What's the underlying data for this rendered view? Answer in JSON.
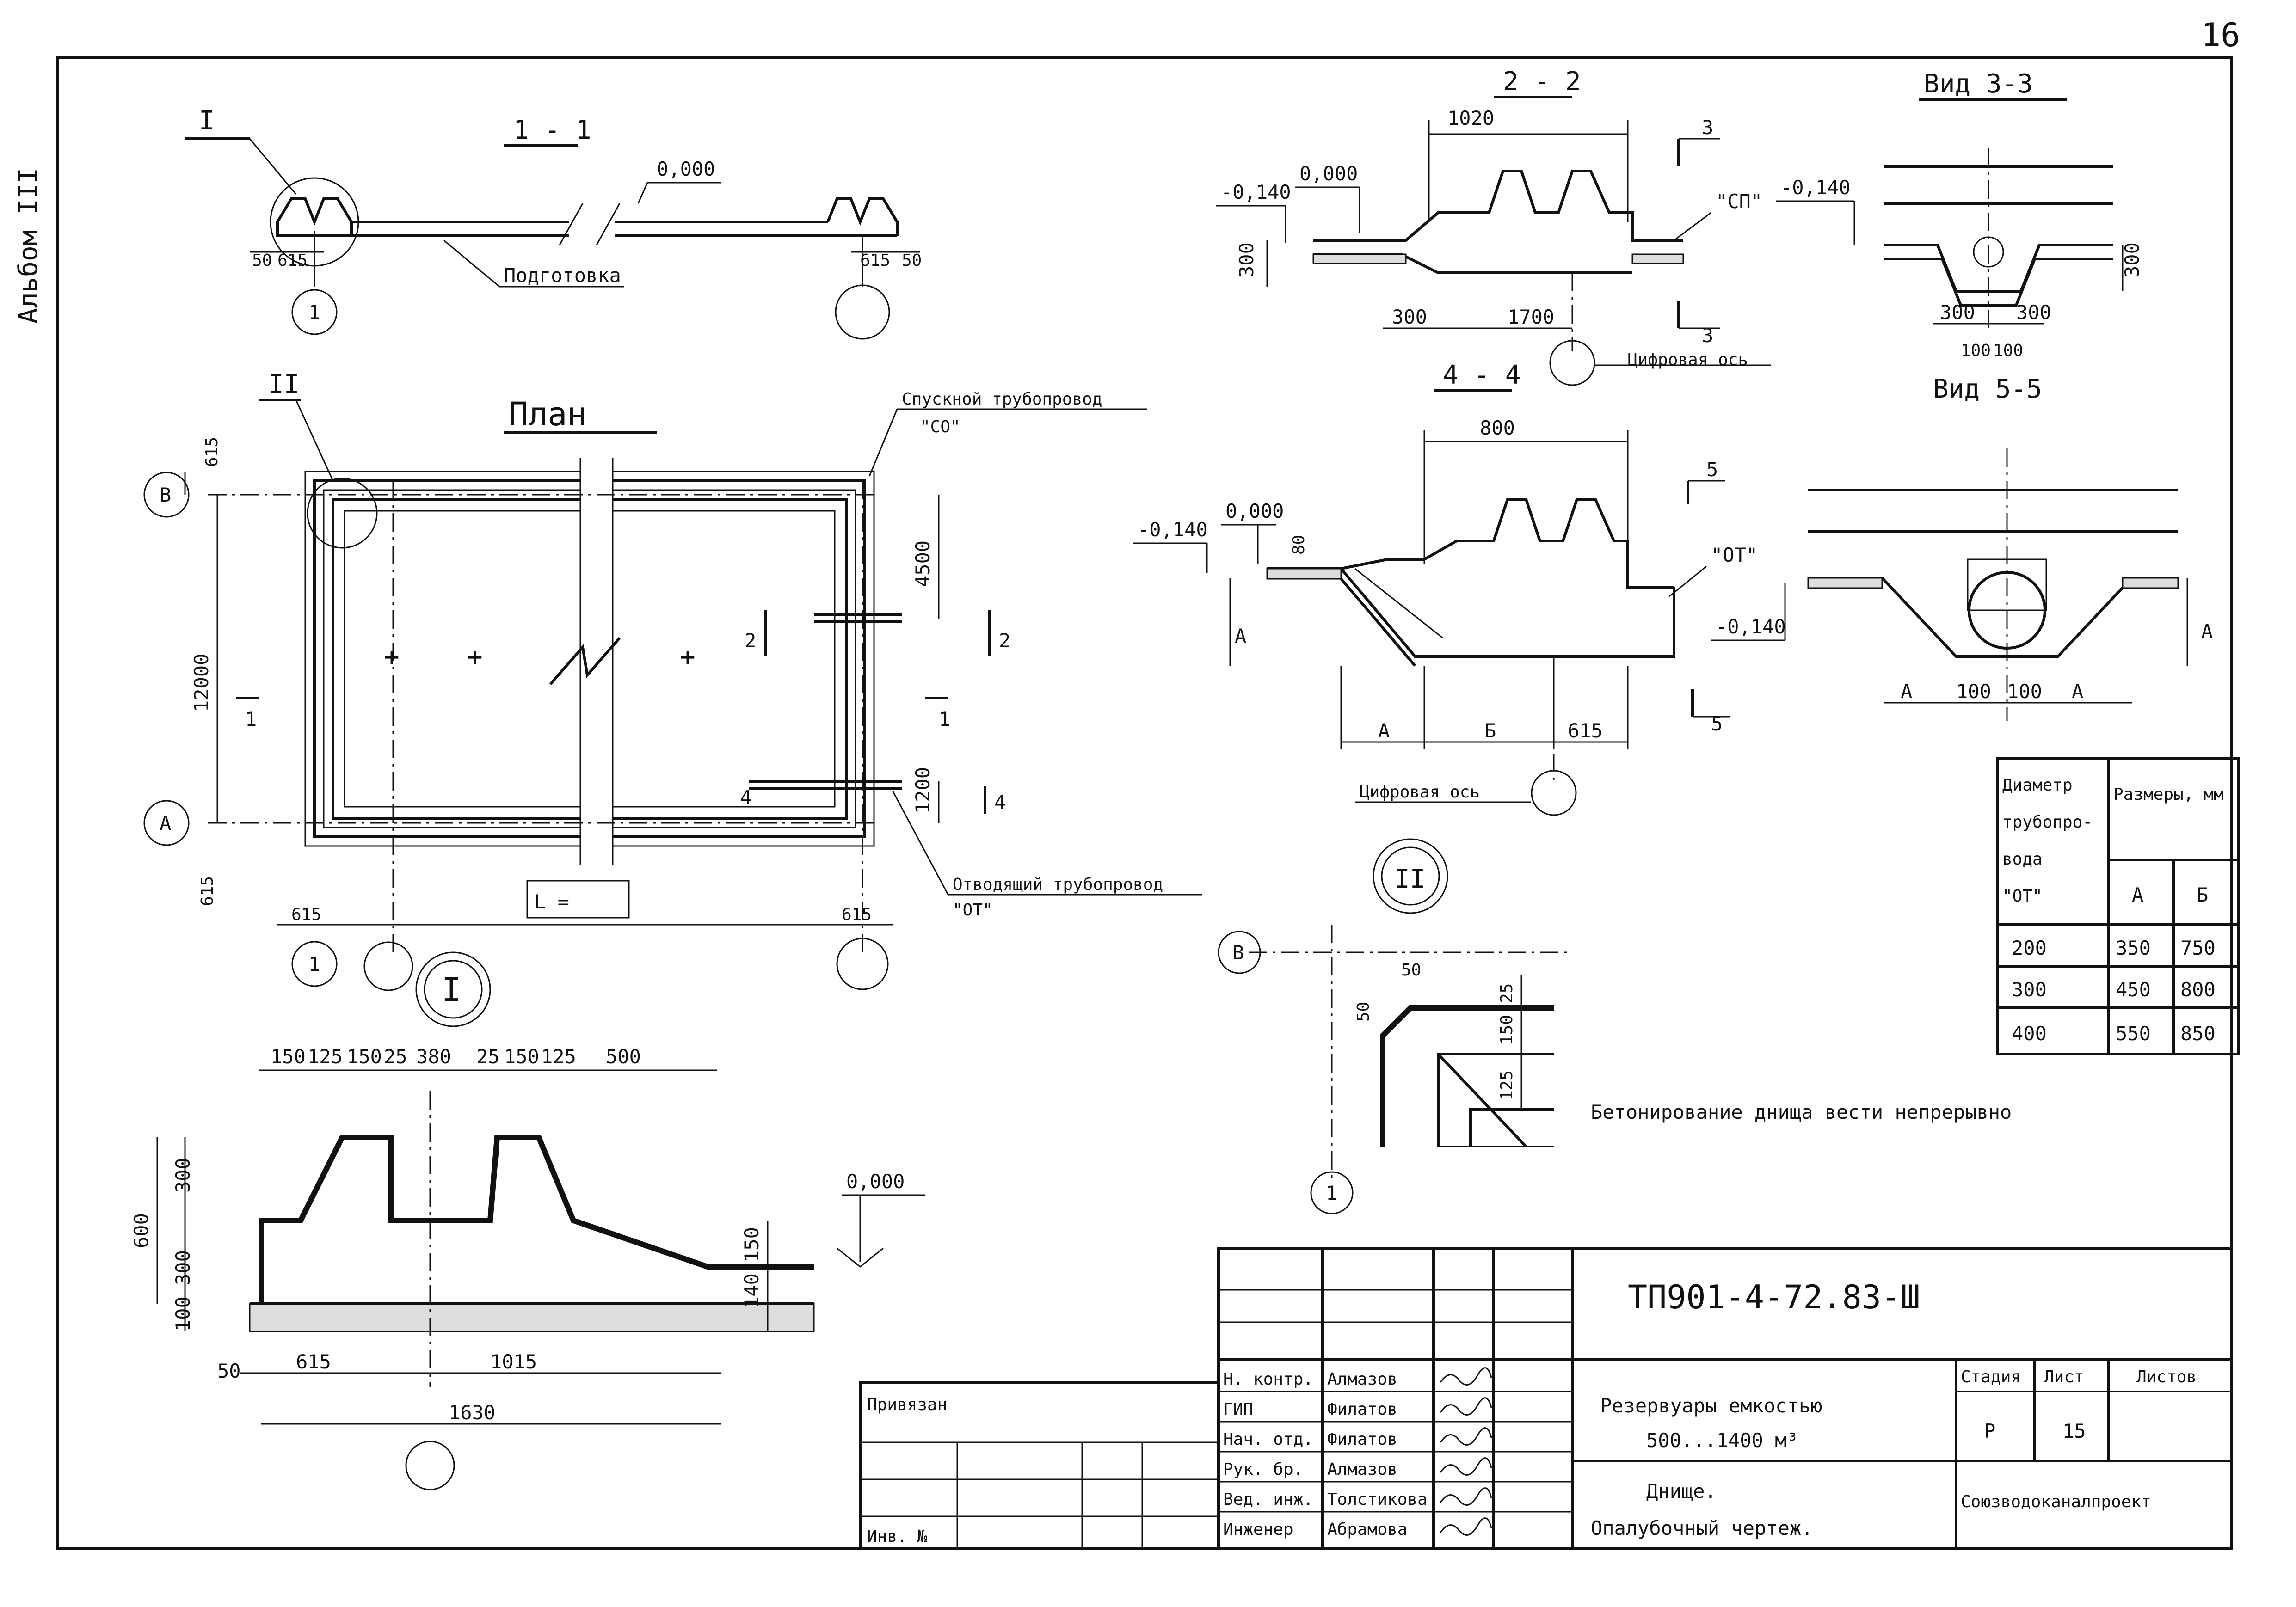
{
  "sheet": {
    "page_number": "16",
    "side_label": "Альбом III",
    "document_code": "ТП901-4-72.83-Ш",
    "title_main": "Резервуары емкостью",
    "title_capacity": "500...1400 м³",
    "drawing_name_1": "Днище.",
    "drawing_name_2": "Опалубочный чертеж.",
    "stage_header": "Стадия",
    "sheet_header": "Лист",
    "sheets_header": "Листов",
    "stage": "Р",
    "sheet_no": "15",
    "organization": "Союзводоканалпроект",
    "linked_label": "Привязан",
    "inv_label": "Инв. №",
    "staff": [
      {
        "role": "Н. контр.",
        "name": "Алмазов"
      },
      {
        "role": "ГИП",
        "name": "Филатов"
      },
      {
        "role": "Нач. отд.",
        "name": "Филатов"
      },
      {
        "role": "Рук. бр.",
        "name": "Алмазов"
      },
      {
        "role": "Вед. инж.",
        "name": "Толстикова"
      },
      {
        "role": "Инженер",
        "name": "Абрамова"
      }
    ]
  },
  "notes": {
    "concreting": "Бетонирование днища вести непрерывно"
  },
  "views": {
    "section_1_1": {
      "title": "1 - 1",
      "detail_marker": "I",
      "level": "0,000",
      "prep_label": "Подготовка",
      "dims": [
        "50",
        "615",
        "615",
        "50"
      ],
      "axis_bubble": "1"
    },
    "section_2_2": {
      "title": "2 - 2",
      "dim_top": "1020",
      "level_left": "-0,140",
      "level_mid": "0,000",
      "dim_height": "300",
      "dim_bottom_1": "300",
      "dim_bottom_2": "1700",
      "pipe_label": "\"СП\"",
      "cut_label_top": "3",
      "cut_label_bottom": "3",
      "axis_label": "Цифровая ось"
    },
    "view_3_3": {
      "title": "Вид 3-3",
      "level": "-0,140",
      "dim_right": "300",
      "dim_b1": "300",
      "dim_b2": "300",
      "dim_b3": "100",
      "dim_b4": "100"
    },
    "section_4_4": {
      "title": "4 - 4",
      "dim_top": "800",
      "level_left": "-0,140",
      "level_mid": "0,000",
      "dim_small": "80",
      "dim_a": "А",
      "dim_b": "Б",
      "dim_615": "615",
      "pipe_label": "\"ОТ\"",
      "cut_label_top": "5",
      "cut_label_bottom": "5",
      "axis_label": "Цифровая ось"
    },
    "view_5_5": {
      "title": "Вид 5-5",
      "level": "-0,140",
      "dim_a1": "А",
      "dim_a2": "А",
      "dim_a3": "А",
      "dim_100_1": "100",
      "dim_100_2": "100"
    },
    "plan": {
      "title": "План",
      "detail_marker": "II",
      "drain_pipe_label": "Спускной трубопровод",
      "drain_pipe_code": "\"СО\"",
      "outlet_pipe_label": "Отводящий трубопровод",
      "outlet_pipe_code": "\"ОТ\"",
      "dim_length": "12000",
      "dim_4500": "4500",
      "dim_1200": "1200",
      "dim_615_top": "615",
      "dim_615_bottom": "615",
      "dim_615_left": "615",
      "dim_615_right": "615",
      "length_label": "L =",
      "axis_B": "В",
      "axis_A": "А",
      "axis_1": "1",
      "cut_1": "1",
      "cut_2": "2",
      "cut_4": "4"
    },
    "detail_I": {
      "title": "I",
      "dims_top": [
        "150",
        "125",
        "150",
        "25",
        "380",
        "25",
        "150",
        "125",
        "500"
      ],
      "dim_600": "600",
      "dim_300_top": "300",
      "dim_300_bottom": "300",
      "dim_100": "100",
      "dim_150": "150",
      "dim_140": "140",
      "level": "0,000",
      "dim_50": "50",
      "dim_615": "615",
      "dim_1015": "1015",
      "dim_1630": "1630"
    },
    "detail_II": {
      "title": "II",
      "axis_B": "В",
      "axis_1": "1",
      "dim_50_top": "50",
      "dim_50_left": "50",
      "dim_25": "25",
      "dim_150": "150",
      "dim_125": "125"
    }
  },
  "table": {
    "header_col1": [
      "Диаметр",
      "трубопро-",
      "вода",
      "\"ОТ\""
    ],
    "header_col2": "Размеры, мм",
    "sub_a": "А",
    "sub_b": "Б",
    "rows": [
      {
        "d": "200",
        "a": "350",
        "b": "750"
      },
      {
        "d": "300",
        "a": "450",
        "b": "800"
      },
      {
        "d": "400",
        "a": "550",
        "b": "850"
      }
    ]
  }
}
